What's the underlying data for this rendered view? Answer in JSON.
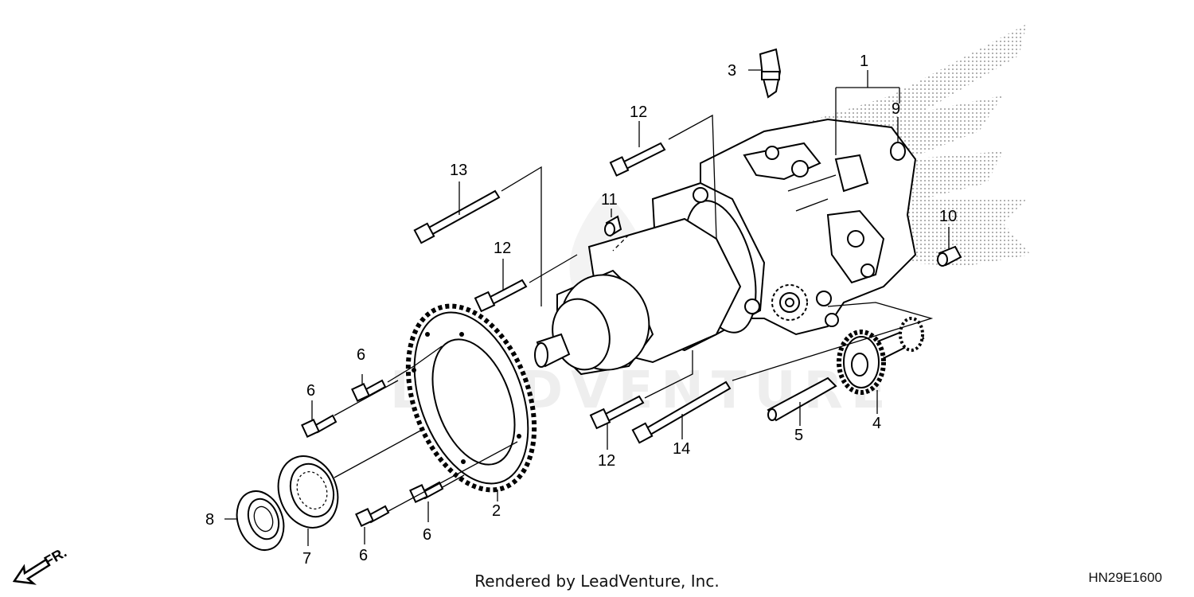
{
  "diagram": {
    "callouts": {
      "p1": "1",
      "p2": "2",
      "p3": "3",
      "p4": "4",
      "p5": "5",
      "p6a": "6",
      "p6b": "6",
      "p6c": "6",
      "p6d": "6",
      "p7": "7",
      "p8": "8",
      "p9": "9",
      "p10": "10",
      "p11": "11",
      "p12a": "12",
      "p12b": "12",
      "p12c": "12",
      "p13": "13",
      "p14": "14"
    },
    "direction_label": "FR.",
    "watermark": "LEADVENTURE"
  },
  "footer": {
    "rendered_by": "Rendered by LeadVenture, Inc.",
    "diagram_code": "HN29E1600"
  }
}
